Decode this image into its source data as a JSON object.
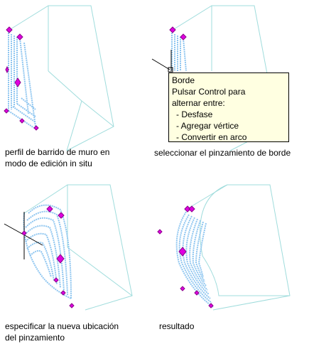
{
  "colors": {
    "frame": "#9fdcdc",
    "fill": "#8fc6f0",
    "grip": "#e000e0",
    "grip_stroke": "#8a008a",
    "tooltip_bg": "#ffffe1"
  },
  "panels": [
    {
      "caption_lines": [
        "perfil de barrido de muro en",
        "modo de edición in situ"
      ]
    },
    {
      "caption_lines": [
        "seleccionar el pinzamiento de borde"
      ]
    },
    {
      "caption_lines": [
        "especificar la nueva ubicación",
        "del pinzamiento"
      ]
    },
    {
      "caption_lines": [
        "resultado"
      ]
    }
  ],
  "tooltip": {
    "title": "Borde",
    "line1": "Pulsar Control para",
    "line2": "alternar entre:",
    "options": [
      "- Desfase",
      "- Agregar vértice",
      "- Convertir en arco"
    ]
  }
}
